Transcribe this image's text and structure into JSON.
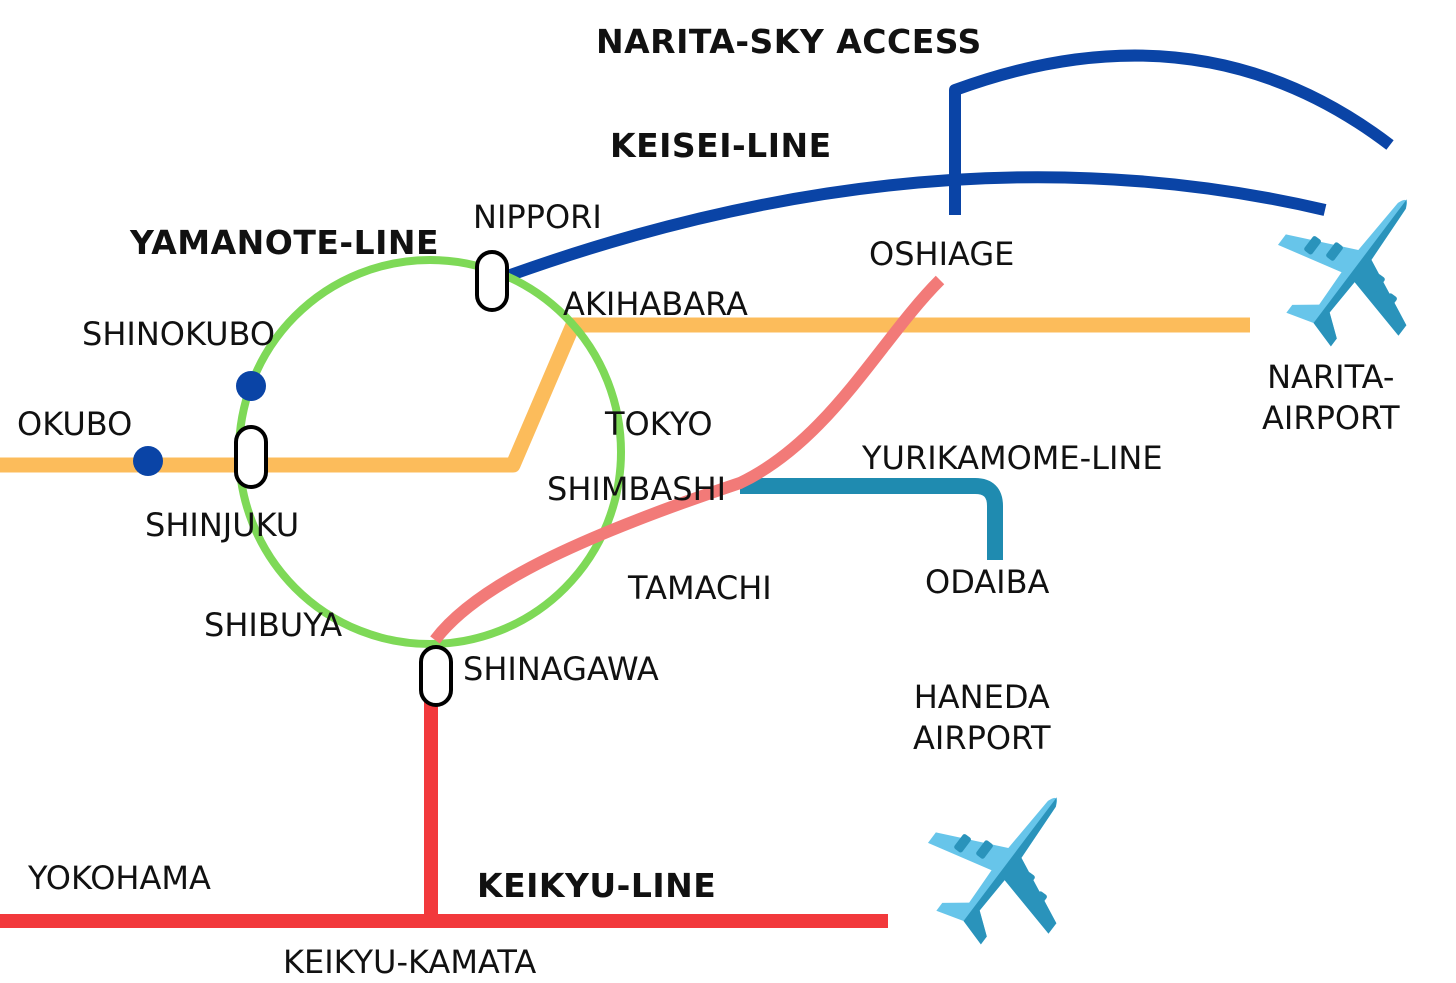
{
  "colors": {
    "yamanote": "#7ed957",
    "keisei": "#0a44a6",
    "chuo": "#fcbc5b",
    "asakusa": "#f27a78",
    "yurikamome": "#1f8bb0",
    "keikyu": "#f2393c",
    "station_dot": "#0a44a6",
    "plane_light": "#67c5ea",
    "plane_dark": "#2a93bb"
  },
  "lines": {
    "narita_sky_access": "NARITA-SKY ACCESS",
    "keisei": "KEISEI-LINE",
    "yamanote": "YAMANOTE-LINE",
    "yurikamome": "YURIKAMOME-LINE",
    "keikyu": "KEIKYU-LINE"
  },
  "stations": {
    "nippori": "NIPPORI",
    "oshiage": "OSHIAGE",
    "akihabara": "AKIHABARA",
    "shinokubo": "SHINOKUBO",
    "okubo": "OKUBO",
    "tokyo": "TOKYO",
    "shimbashi": "SHIMBASHI",
    "shinjuku": "SHINJUKU",
    "tamachi": "TAMACHI",
    "odaiba": "ODAIBA",
    "shibuya": "SHIBUYA",
    "shinagawa": "SHINAGAWA",
    "yokohama": "YOKOHAMA",
    "keikyu_kamata": "KEIKYU-KAMATA"
  },
  "airports": {
    "narita": [
      "NARITA-",
      "AIRPORT"
    ],
    "haneda": [
      "HANEDA",
      "AIRPORT"
    ]
  },
  "icons": [
    "airplane-icon",
    "airplane-icon"
  ]
}
